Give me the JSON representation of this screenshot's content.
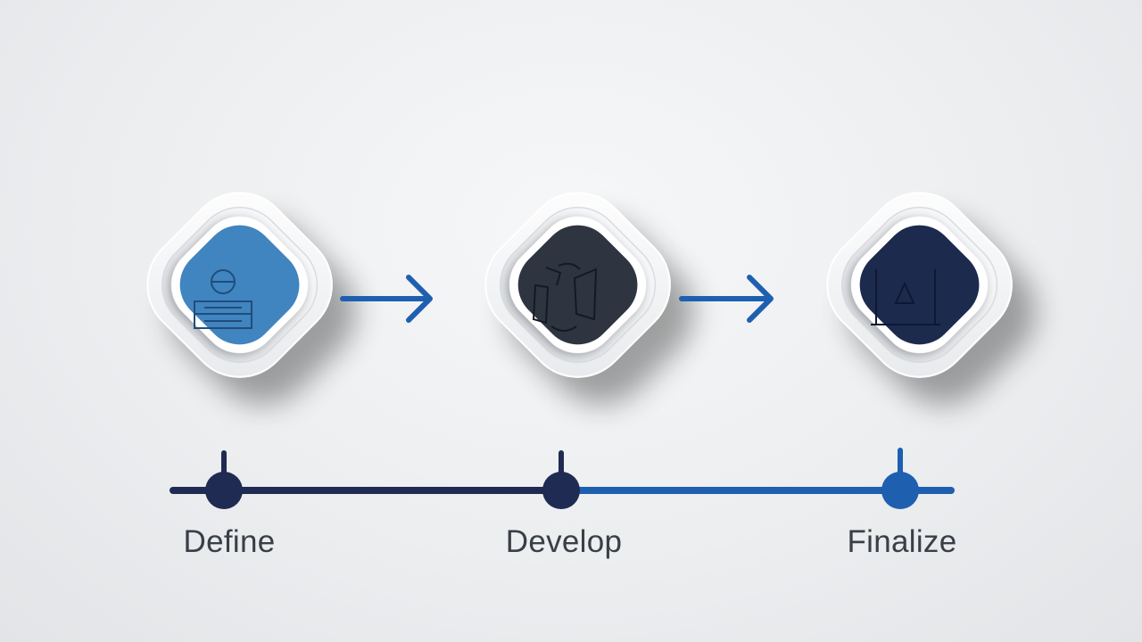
{
  "steps": [
    {
      "label": "Define",
      "color": "#3f84c0",
      "icon": "user-server-icon"
    },
    {
      "label": "Develop",
      "color": "#2e3540",
      "icon": "cycle-arrows-icon"
    },
    {
      "label": "Finalize",
      "color": "#1c2a4e",
      "icon": "warning-document-icon"
    }
  ],
  "colors": {
    "arrow": "#1e5fb0",
    "timeline_dark": "#1f2b52",
    "timeline_blue": "#1e5fb0",
    "node_dark": "#1f2b52",
    "node_blue": "#1e5fb0"
  }
}
